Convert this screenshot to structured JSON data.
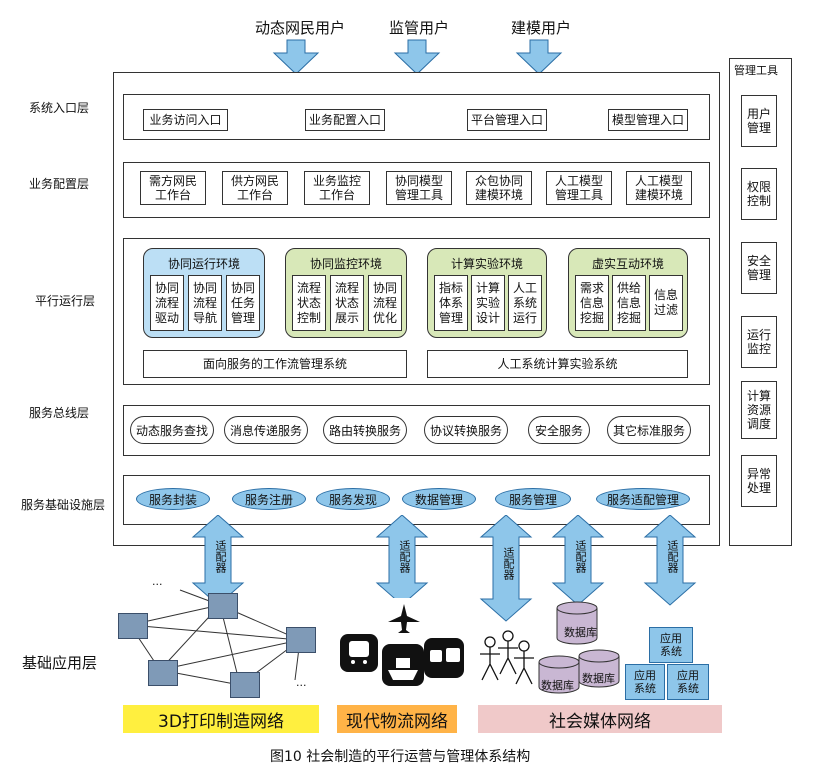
{
  "users": [
    "动态网民用户",
    "监管用户",
    "建模用户"
  ],
  "layers": {
    "entry": "系统入口层",
    "config": "业务配置层",
    "parallel": "平行运行层",
    "bus": "服务总线层",
    "infra": "服务基础设施层",
    "base": "基础应用层"
  },
  "entry_items": [
    "业务访问入口",
    "业务配置入口",
    "平台管理入口",
    "模型管理入口"
  ],
  "config_items": [
    [
      "需方网民",
      "工作台"
    ],
    [
      "供方网民",
      "工作台"
    ],
    [
      "业务监控",
      "工作台"
    ],
    [
      "协同模型",
      "管理工具"
    ],
    [
      "众包协同",
      "建模环境"
    ],
    [
      "人工模型",
      "管理工具"
    ],
    [
      "人工模型",
      "建模环境"
    ]
  ],
  "environments": [
    {
      "title": "协同运行环境",
      "subs": [
        [
          "协同",
          "流程",
          "驱动"
        ],
        [
          "协同",
          "流程",
          "导航"
        ],
        [
          "协同",
          "任务",
          "管理"
        ]
      ]
    },
    {
      "title": "协同监控环境",
      "subs": [
        [
          "流程",
          "状态",
          "控制"
        ],
        [
          "流程",
          "状态",
          "展示"
        ],
        [
          "协同",
          "流程",
          "优化"
        ]
      ]
    },
    {
      "title": "计算实验环境",
      "subs": [
        [
          "指标",
          "体系",
          "管理"
        ],
        [
          "计算",
          "实验",
          "设计"
        ],
        [
          "人工",
          "系统",
          "运行"
        ]
      ]
    },
    {
      "title": "虚实互动环境",
      "subs": [
        [
          "需求",
          "信息",
          "挖掘"
        ],
        [
          "供给",
          "信息",
          "挖掘"
        ],
        [
          "信息",
          "过滤"
        ]
      ]
    }
  ],
  "parallel_systems": [
    "面向服务的工作流管理系统",
    "人工系统计算实验系统"
  ],
  "bus_items": [
    "动态服务查找",
    "消息传递服务",
    "路由转换服务",
    "协议转换服务",
    "安全服务",
    "其它标准服务"
  ],
  "infra_items": [
    "服务封装",
    "服务注册",
    "服务发现",
    "数据管理",
    "服务管理",
    "服务适配管理"
  ],
  "adapter_label": "适配器",
  "tools": {
    "title": "管理工具",
    "items": [
      [
        "用户",
        "管理"
      ],
      [
        "权限",
        "控制"
      ],
      [
        "安全",
        "管理"
      ],
      [
        "运行",
        "监控"
      ],
      [
        "计算",
        "资源",
        "调度"
      ],
      [
        "异常",
        "处理"
      ]
    ]
  },
  "ellipsis": "...",
  "db_label": "数据库",
  "app_label": [
    "应用",
    "系统"
  ],
  "networks": [
    "3D打印制造网络",
    "现代物流网络",
    "社会媒体网络"
  ],
  "caption": "图10 社会制造的平行运营与管理体系结构",
  "colors": {
    "arrow": "#8ec6ea",
    "env_blue": "#bcdff5",
    "env_green": "#d8e8b8",
    "net_yellow": "#ffef3f",
    "net_orange": "#ffb347",
    "net_pink": "#f0c9c9"
  }
}
